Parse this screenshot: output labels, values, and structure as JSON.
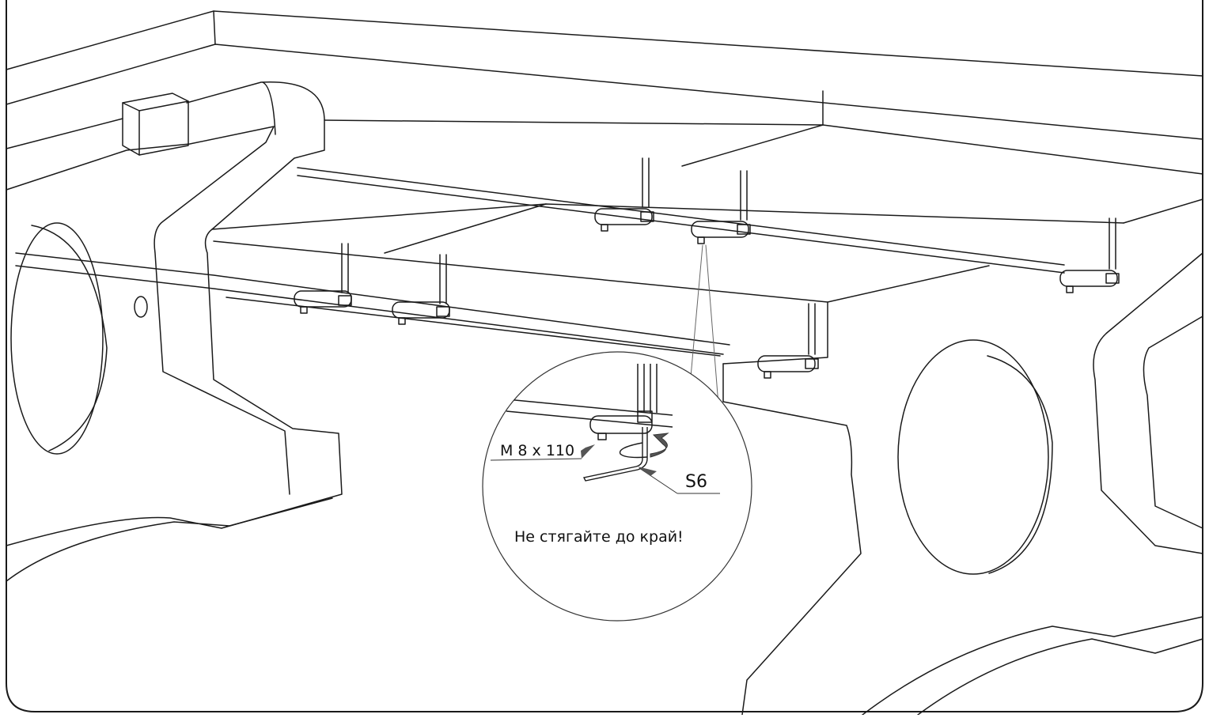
{
  "labels": {
    "bolt_spec": "M 8 x 110",
    "wrench_size": "S6",
    "warning": "Не стягайте до край!"
  },
  "colors": {
    "line": "#1a1a1a",
    "leader": "#666666",
    "arrow_fill": "#555555",
    "background": "#ffffff"
  }
}
